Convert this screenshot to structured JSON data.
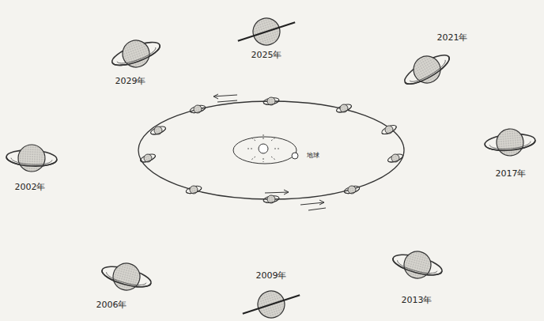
{
  "diagram": {
    "labels": [
      "2025年",
      "2021年",
      "2017年",
      "2013年",
      "2009年",
      "2006年",
      "2002年",
      "2029年",
      "地球"
    ]
  }
}
